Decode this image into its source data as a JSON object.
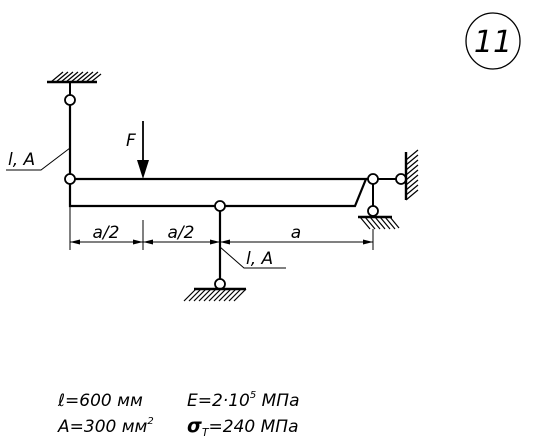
{
  "problem_number": "11",
  "labels": {
    "force": "F",
    "upper_rod": "l, A",
    "lower_rod": "l, A",
    "dim_half_1": "a/2",
    "dim_half_2": "a/2",
    "dim_full": "a"
  },
  "given": {
    "l_symbol": "ℓ",
    "l_value": "=600 мм",
    "a_line": "A=300 мм",
    "a_exp": "2",
    "e_line": "E=2·10",
    "e_exp": "5",
    "e_unit": " МПа",
    "sigma_symbol": "σ",
    "sigma_sub": "T",
    "sigma_value": "=240 МПа"
  }
}
